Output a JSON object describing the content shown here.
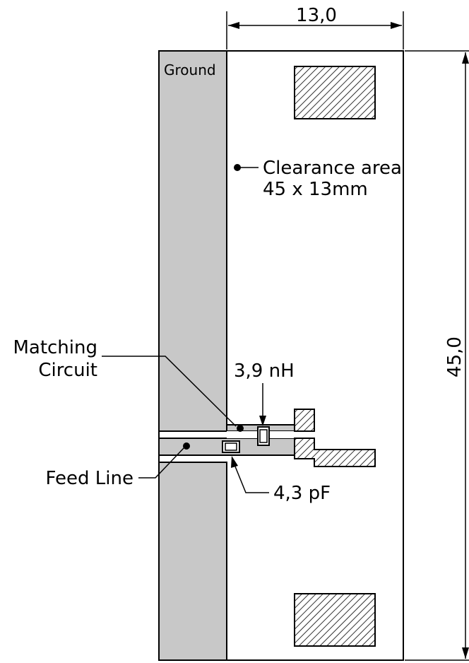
{
  "dimensions": {
    "width_label": "13,0",
    "height_label": "45,0"
  },
  "labels": {
    "ground": "Ground",
    "clearance_line1": "Clearance area",
    "clearance_line2": "45 x 13mm",
    "matching_line1": "Matching",
    "matching_line2": "Circuit",
    "inductor": "3,9 nH",
    "capacitor": "4,3 pF",
    "feed_line": "Feed Line"
  },
  "colors": {
    "ground_fill": "#c8c8c8",
    "stroke": "#000000",
    "background": "#ffffff"
  }
}
